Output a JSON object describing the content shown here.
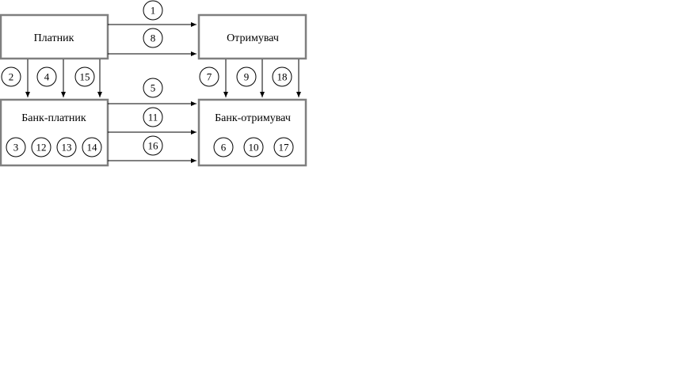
{
  "boxes": {
    "payer": "Платник",
    "recipient": "Отримувач",
    "payer_bank": "Банк-платник",
    "recipient_bank": "Банк-отримувач"
  },
  "steps": {
    "s1": "1",
    "s2": "2",
    "s3": "3",
    "s4": "4",
    "s5": "5",
    "s6": "6",
    "s7": "7",
    "s8": "8",
    "s9": "9",
    "s10": "10",
    "s11": "11",
    "s12": "12",
    "s13": "13",
    "s14": "14",
    "s15": "15",
    "s16": "16",
    "s17": "17",
    "s18": "18"
  }
}
